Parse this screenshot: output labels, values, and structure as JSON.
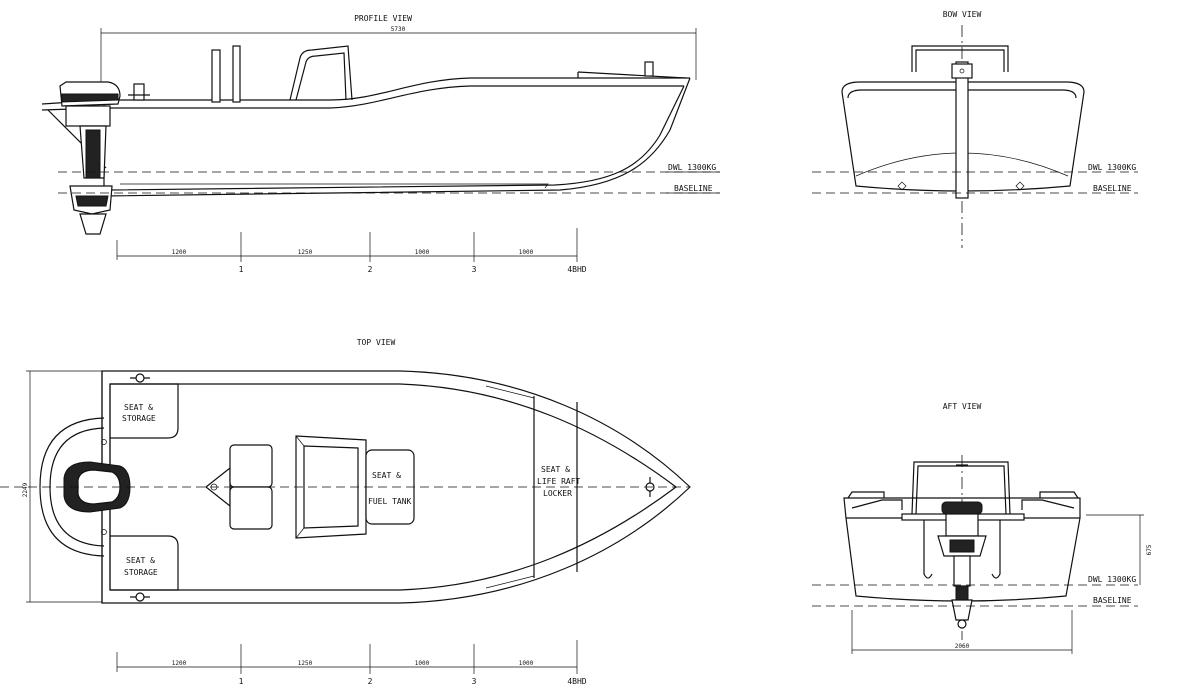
{
  "views": {
    "profile": {
      "title": "PROFILE VIEW",
      "overall_length": "5730"
    },
    "bow": {
      "title": "BOW VIEW"
    },
    "top": {
      "title": "TOP VIEW",
      "beam": "2249"
    },
    "aft": {
      "title": "AFT VIEW",
      "height_dim": "675",
      "width_dim": "2060"
    }
  },
  "waterlines": {
    "dwl": "DWL 1300KG",
    "baseline": "BASELINE"
  },
  "stations": {
    "spacings": [
      "1200",
      "1250",
      "1000",
      "1000"
    ],
    "labels": [
      "1",
      "2",
      "3",
      "4BHD"
    ]
  },
  "compartments": {
    "seat_storage_top": [
      "SEAT &",
      "STORAGE"
    ],
    "seat_storage_bottom": [
      "SEAT &",
      "STORAGE"
    ],
    "seat_fuel": [
      "SEAT &",
      "FUEL TANK"
    ],
    "seat_liferaft": [
      "SEAT &",
      "LIFE RAFT",
      "LOCKER"
    ]
  }
}
